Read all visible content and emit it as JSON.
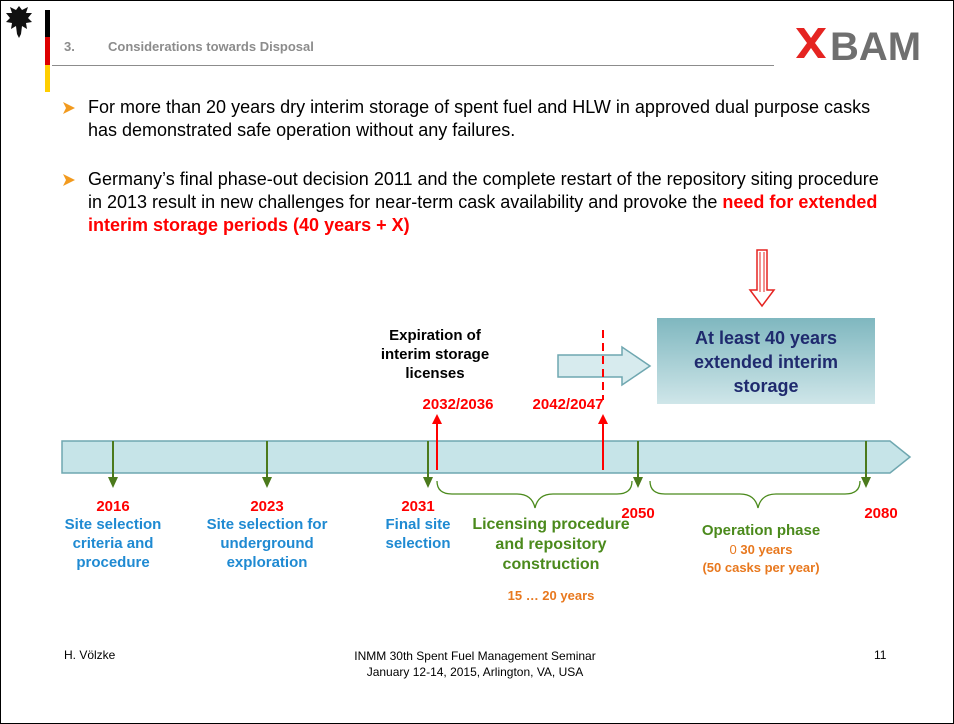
{
  "header": {
    "section_number": "3.",
    "section_title": "Considerations towards Disposal",
    "logo_text": "BAM"
  },
  "bullets": {
    "b1": "For more than 20 years dry interim storage of spent fuel and HLW in approved dual purpose casks has demonstrated safe operation without any failures.",
    "b2_pre": "Germany’s final phase-out decision 2011 and the complete restart of the repository siting procedure in 2013 result in new challenges for near-term cask availability and provoke the ",
    "b2_highlight": "need for extended interim storage periods (40 years + X)"
  },
  "box": {
    "line1": "At least 40 years",
    "line2": "extended interim",
    "line3": "storage"
  },
  "expiration": {
    "line1": "Expiration of",
    "line2": "interim storage",
    "line3": "licenses",
    "year1": "2032/2036",
    "year2": "2042/2047"
  },
  "milestones": {
    "y2016": "2016",
    "y2016_l1": "Site selection",
    "y2016_l2": "criteria and",
    "y2016_l3": "procedure",
    "y2023": "2023",
    "y2023_l1": "Site selection for",
    "y2023_l2": "underground",
    "y2023_l3": "exploration",
    "y2031": "2031",
    "y2031_l1": "Final site",
    "y2031_l2": "selection",
    "y2050": "2050",
    "y2080": "2080"
  },
  "phases": {
    "licensing_l1": "Licensing procedure",
    "licensing_l2": "and repository",
    "licensing_l3": "construction",
    "licensing_dur": "15 … 20 years",
    "operation_l1": "Operation phase",
    "operation_sym": "0",
    "operation_dur": "30 years",
    "operation_rate": "(50 casks per year)"
  },
  "footer": {
    "author": "H. Völzke",
    "event_l1": "INMM 30th Spent Fuel Management Seminar",
    "event_l2": "January 12-14, 2015, Arlington, VA, USA",
    "page": "11"
  },
  "colors": {
    "red": "#ff0000",
    "blue": "#1f8ad2",
    "green": "#4b8a1c",
    "orange": "#e8781e",
    "timeline_fill": "#c6e4e8",
    "timeline_stroke": "#6fa7b0"
  }
}
